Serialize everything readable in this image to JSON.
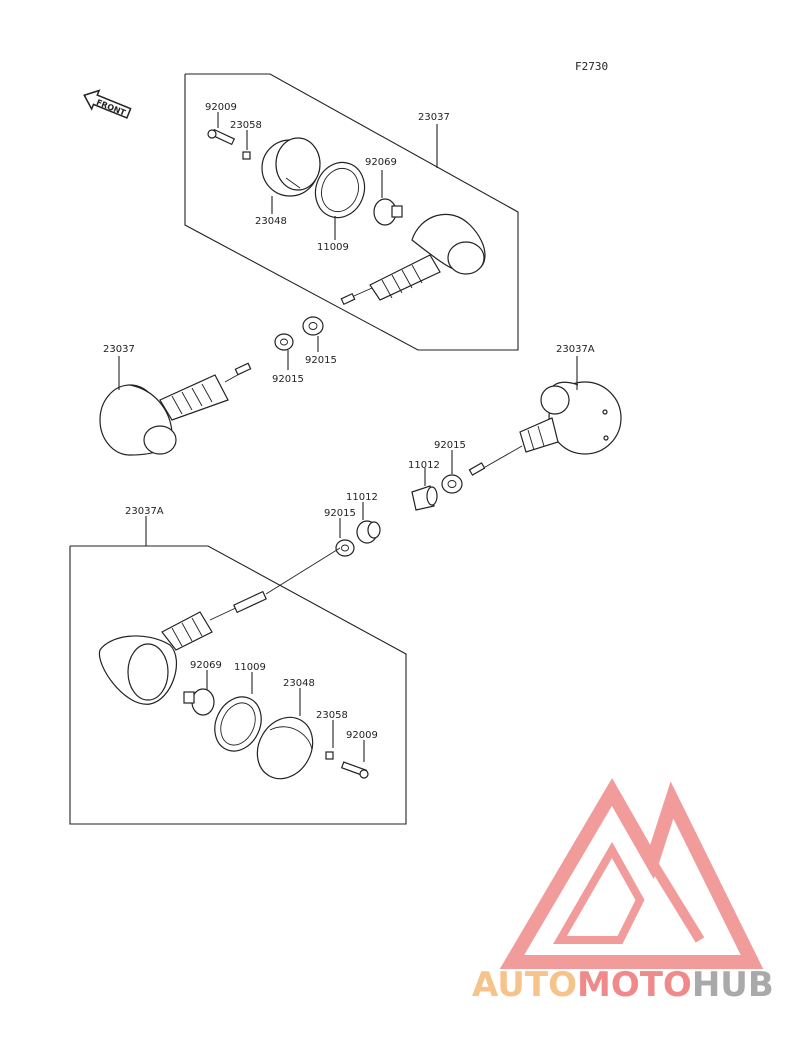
{
  "diagram": {
    "ref_code": "F2730",
    "front_label": "FRONT",
    "labels": {
      "p92009_top": "92009",
      "p23058_top": "23058",
      "p23037_top": "23037",
      "p92069_top": "92069",
      "p23048_top": "23048",
      "p11009_top": "11009",
      "p92015_a": "92015",
      "p92015_b": "92015",
      "p23037_left": "23037",
      "p23037A_right": "23037A",
      "p92015_c": "92015",
      "p11012_a": "11012",
      "p11012_b": "11012",
      "p92015_d": "92015",
      "p23037A_bottom": "23037A",
      "p92069_bottom": "92069",
      "p11009_bottom": "11009",
      "p23048_bottom": "23048",
      "p23058_bottom": "23058",
      "p92009_bottom": "92009"
    }
  },
  "watermark": {
    "part1": "AUTO",
    "part2": "MOTO",
    "part3": "HUB",
    "color_light": "#f6c48a",
    "color_red": "#f08a8a",
    "color_grey": "#a9a9a9"
  }
}
